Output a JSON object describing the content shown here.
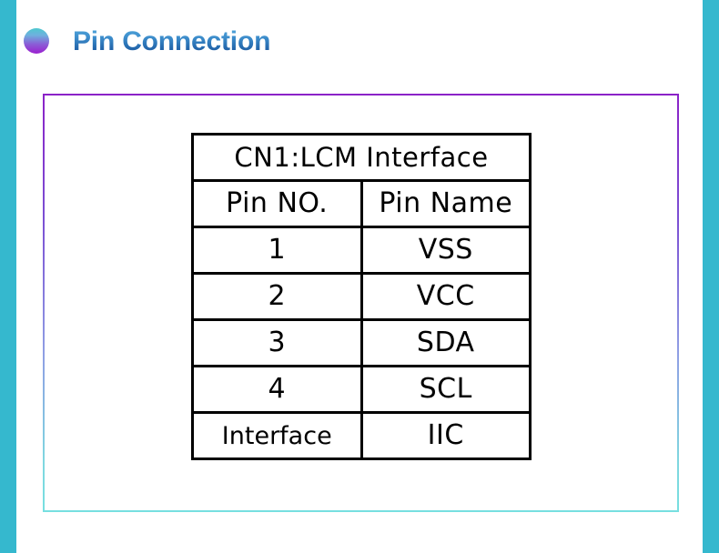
{
  "slide": {
    "title": "Pin Connection",
    "bullet_icon": "gradient-bullet-icon",
    "accent_color": "#35b8ce",
    "title_color": "#2a6fb5",
    "frame_gradient_start": "#8b22c8",
    "frame_gradient_end": "#77dfe0"
  },
  "pin_table": {
    "title": "CN1:LCM  Interface",
    "columns": [
      "Pin  NO.",
      "Pin  Name"
    ],
    "rows": [
      {
        "pin_no": "1",
        "pin_name": "VSS"
      },
      {
        "pin_no": "2",
        "pin_name": "VCC"
      },
      {
        "pin_no": "3",
        "pin_name": "SDA"
      },
      {
        "pin_no": "4",
        "pin_name": "SCL"
      },
      {
        "pin_no": "Interface",
        "pin_name": "IIC"
      }
    ]
  }
}
